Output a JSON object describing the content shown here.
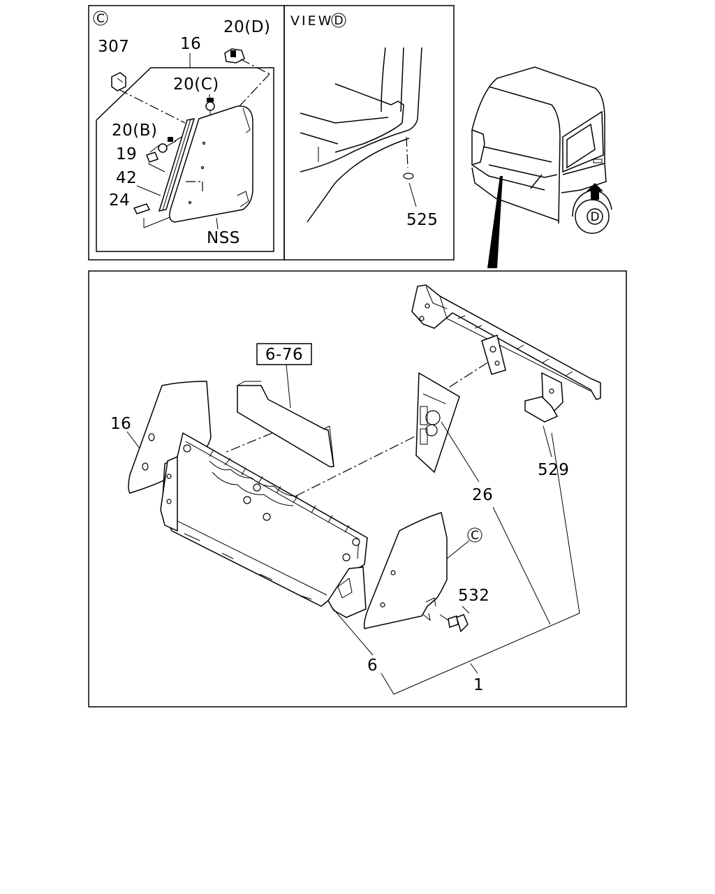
{
  "panel_c": {
    "ref_symbol": "C",
    "labels": {
      "p307": "307",
      "p16": "16",
      "p20d": "20(D)",
      "p20c": "20(C)",
      "p20b": "20(B)",
      "p19": "19",
      "p42": "42",
      "p24": "24",
      "nss": "NSS"
    }
  },
  "panel_view_d": {
    "title": "VIEW",
    "ref_symbol": "D",
    "labels": {
      "p525": "525"
    }
  },
  "truck": {
    "view_marker": "D"
  },
  "main_assembly": {
    "ref_box": "6-76",
    "callout_symbol": "C",
    "labels": {
      "p16": "16",
      "p529": "529",
      "p26": "26",
      "p532": "532",
      "p6": "6",
      "p1": "1"
    }
  }
}
